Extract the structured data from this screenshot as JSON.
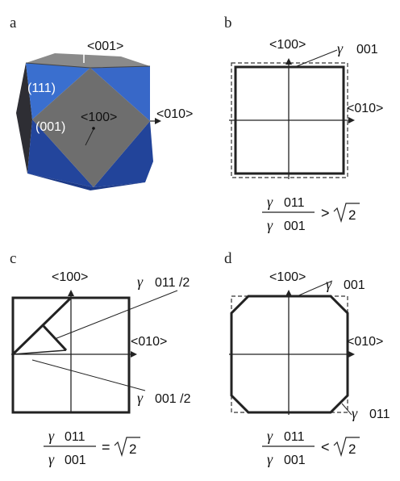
{
  "colors": {
    "dark_face": "#6f6f6f",
    "blue_light": "#3d74d6",
    "blue_dark": "#22459e",
    "side_dark": "#2d2d33",
    "line": "#222222"
  },
  "panel_a": {
    "letter": "a",
    "label_001": "<001>",
    "label_010": "<010>",
    "label_100": "<100>",
    "face_111": "(111)",
    "face_001": "(001)"
  },
  "panel_b": {
    "letter": "b",
    "label_100": "<100>",
    "label_010": "<010>",
    "gamma_label_sym": "γ",
    "gamma_label_idx": "001",
    "ratio_num_sym": "γ",
    "ratio_num_idx": "011",
    "ratio_den_sym": "γ",
    "ratio_den_idx": "001",
    "relation": ">",
    "rhs": "2"
  },
  "panel_c": {
    "letter": "c",
    "label_100": "<100>",
    "label_010": "<010>",
    "gamma_top_sym": "γ",
    "gamma_top_idx": "011 /2",
    "gamma_bot_sym": "γ",
    "gamma_bot_idx": "001 /2",
    "ratio_num_sym": "γ",
    "ratio_num_idx": "011",
    "ratio_den_sym": "γ",
    "ratio_den_idx": "001",
    "relation": "=",
    "rhs": "2"
  },
  "panel_d": {
    "letter": "d",
    "label_100": "<100>",
    "label_010": "<010>",
    "gamma_top_sym": "γ",
    "gamma_top_idx": "001",
    "gamma_bot_sym": "γ",
    "gamma_bot_idx": "011",
    "ratio_num_sym": "γ",
    "ratio_num_idx": "011",
    "ratio_den_sym": "γ",
    "ratio_den_idx": "001",
    "relation": "<",
    "rhs": "2"
  }
}
